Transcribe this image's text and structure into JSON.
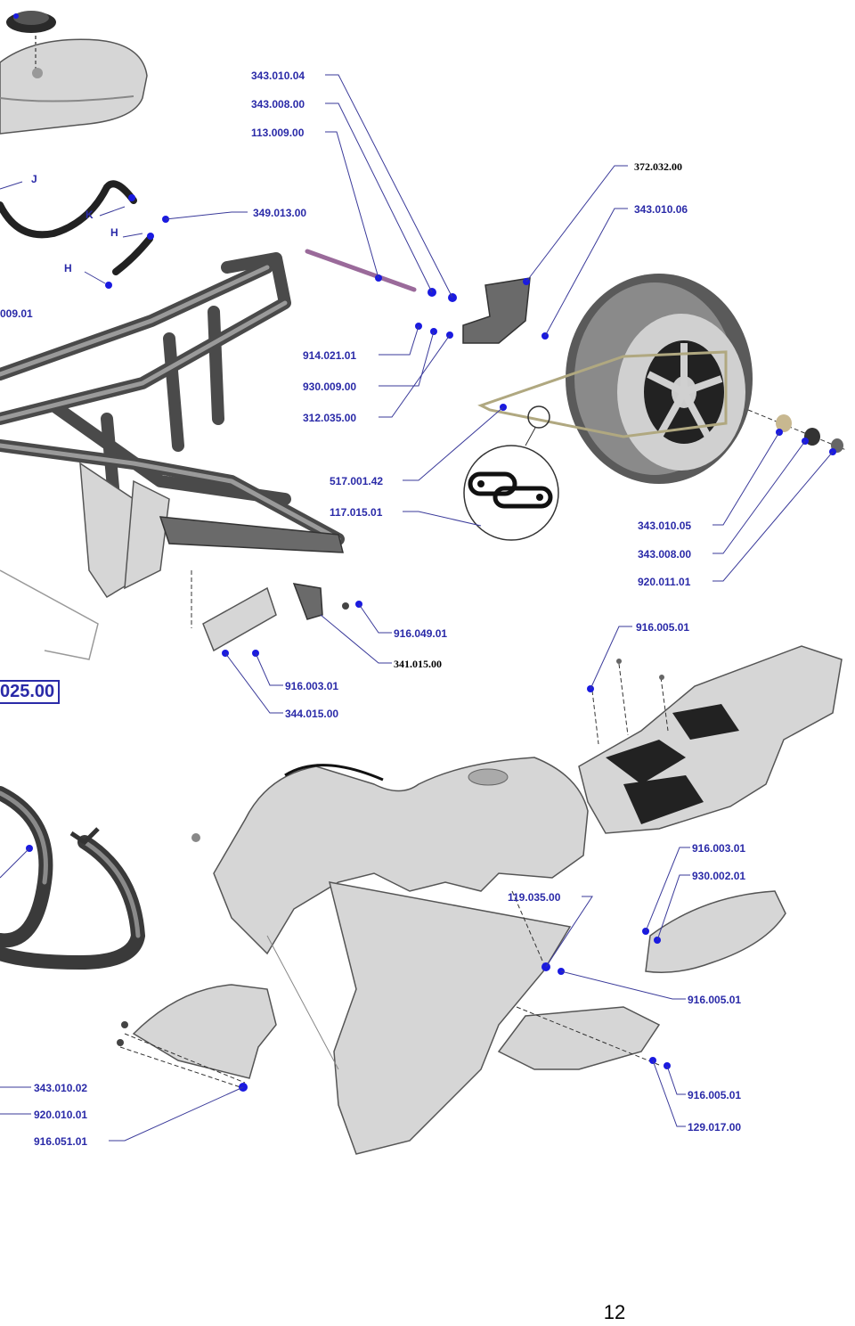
{
  "page_number": "12",
  "boxed_number": "025.00",
  "part_numbers": {
    "p343_010_04": "343.010.04",
    "p343_008_00_top": "343.008.00",
    "p113_009_00": "113.009.00",
    "p372_032_00": "372.032.00",
    "p343_010_06": "343.010.06",
    "p349_013_00": "349.013.00",
    "p009_01": "009.01",
    "p914_021_01": "914.021.01",
    "p930_009_00": "930.009.00",
    "p312_035_00": "312.035.00",
    "p517_001_42": "517.001.42",
    "p117_015_01": "117.015.01",
    "p343_010_05": "343.010.05",
    "p343_008_00_mid": "343.008.00",
    "p920_011_01": "920.011.01",
    "p916_049_01": "916.049.01",
    "p341_015_00": "341.015.00",
    "p916_005_01_top": "916.005.01",
    "p916_003_01_mid": "916.003.01",
    "p344_015_00": "344.015.00",
    "p916_003_01_right": "916.003.01",
    "p930_002_01": "930.002.01",
    "p119_035_00": "119.035.00",
    "p916_005_01_mid": "916.005.01",
    "p916_005_01_low": "916.005.01",
    "p129_017_00": "129.017.00",
    "p343_010_02": "343.010.02",
    "p920_010_01": "920.010.01",
    "p916_051_01": "916.051.01"
  },
  "letters": {
    "j": "J",
    "k": "K",
    "h_upper": "H",
    "h_lower": "H"
  },
  "colors": {
    "label": "#2a2aa8",
    "bolt": "#1a1ae0"
  }
}
